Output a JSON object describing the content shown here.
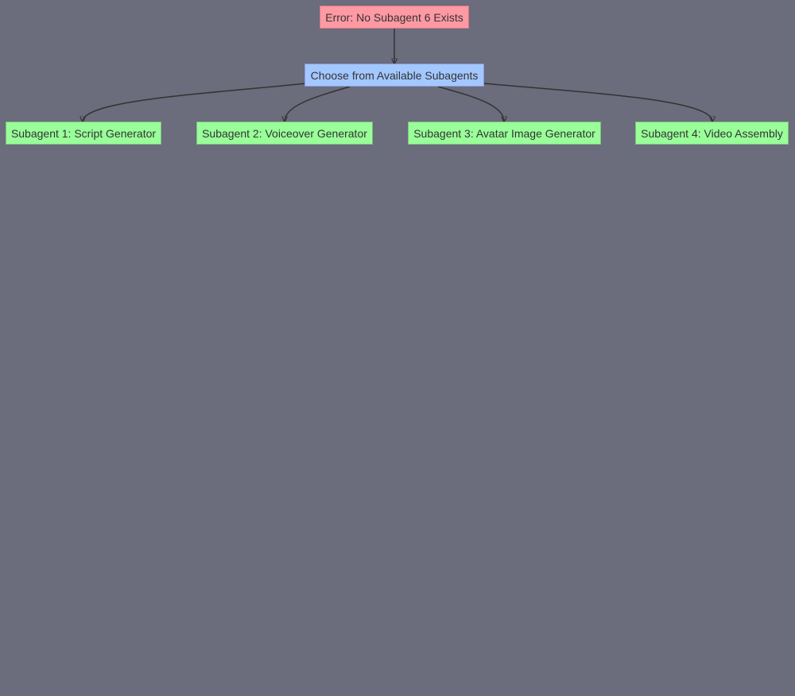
{
  "diagram": {
    "nodes": {
      "error": {
        "label": "Error: No Subagent 6 Exists",
        "color": "#ff99a3"
      },
      "choose": {
        "label": "Choose from Available Subagents",
        "color": "#a3c7ff"
      },
      "subagents": [
        {
          "label": "Subagent 1: Script Generator",
          "color": "#99ff99"
        },
        {
          "label": "Subagent 2: Voiceover Generator",
          "color": "#99ff99"
        },
        {
          "label": "Subagent 3: Avatar Image Generator",
          "color": "#99ff99"
        },
        {
          "label": "Subagent 4: Video Assembly",
          "color": "#99ff99"
        }
      ]
    },
    "edges": [
      {
        "from": "error",
        "to": "choose"
      },
      {
        "from": "choose",
        "to": "subagents.0"
      },
      {
        "from": "choose",
        "to": "subagents.1"
      },
      {
        "from": "choose",
        "to": "subagents.2"
      },
      {
        "from": "choose",
        "to": "subagents.3"
      }
    ],
    "background_color": "#6b6c7c",
    "edge_color": "#333333"
  }
}
